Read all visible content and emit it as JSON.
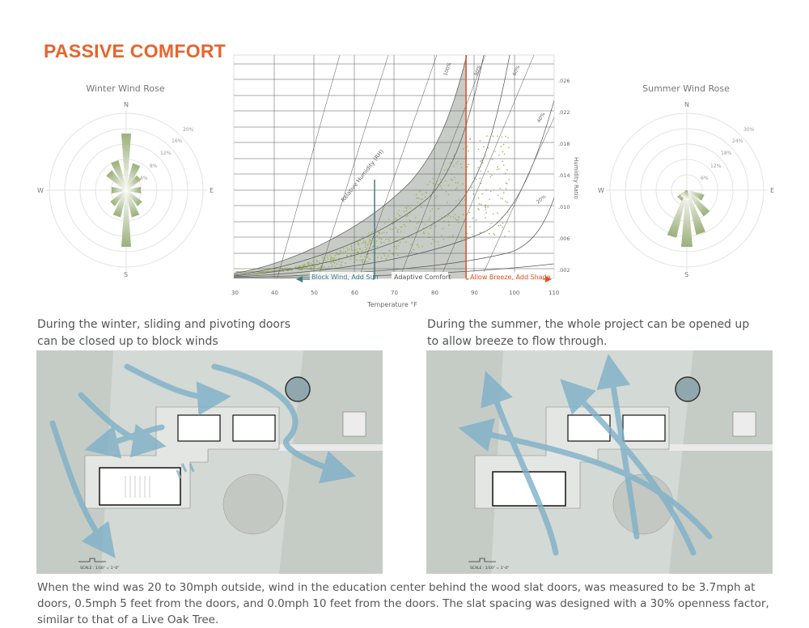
{
  "title": "PASSIVE COMFORT",
  "winter_rose": {
    "title": "Winter Wind Rose",
    "compass": {
      "n": "N",
      "e": "E",
      "s": "S",
      "w": "W"
    },
    "rings": [
      "4%",
      "8%",
      "12%",
      "16%",
      "20%"
    ]
  },
  "summer_rose": {
    "title": "Summer Wind Rose",
    "compass": {
      "n": "N",
      "e": "E",
      "s": "S",
      "w": "W"
    },
    "rings": [
      "6%",
      "12%",
      "18%",
      "24%",
      "30%"
    ]
  },
  "psychro": {
    "xlabel": "Temperature °F",
    "ylabel": "Humidity Ratio",
    "curve_label": "Relative Humidity (RH)",
    "x_ticks": [
      "30",
      "40",
      "50",
      "60",
      "70",
      "80",
      "90",
      "100",
      "110"
    ],
    "y_ticks": [
      ".026",
      ".022",
      ".018",
      ".014",
      ".010",
      ".006",
      ".002"
    ],
    "rh_labels": [
      "100%",
      "80%",
      "60%",
      "40%",
      "20%"
    ],
    "zone_left": "Block Wind, Add Sun",
    "zone_mid": "Adaptive Comfort",
    "zone_right": "Allow Breeze, Add Shade",
    "colors": {
      "left": "#3d7d86",
      "right": "#d9532a",
      "zone": "#c8ccc6",
      "dots": "#9bb35a"
    }
  },
  "winter_caption": "During the winter, sliding and pivoting doors can be closed up to block winds",
  "summer_caption": "During the summer, the whole project can be opened up to allow breeze to flow through.",
  "scale_label": "SCALE : 1/16\" = 1'-0\"",
  "bottom_caption": "When the wind was 20 to 30mph outside, wind in the education center behind the wood slat doors, was measured to be 3.7mph at doors, 0.5mph 5 feet from the doors, and 0.0mph 10 feet from the doors. The slat spacing was designed with a 30% openness factor, similar to that of a Live Oak Tree."
}
